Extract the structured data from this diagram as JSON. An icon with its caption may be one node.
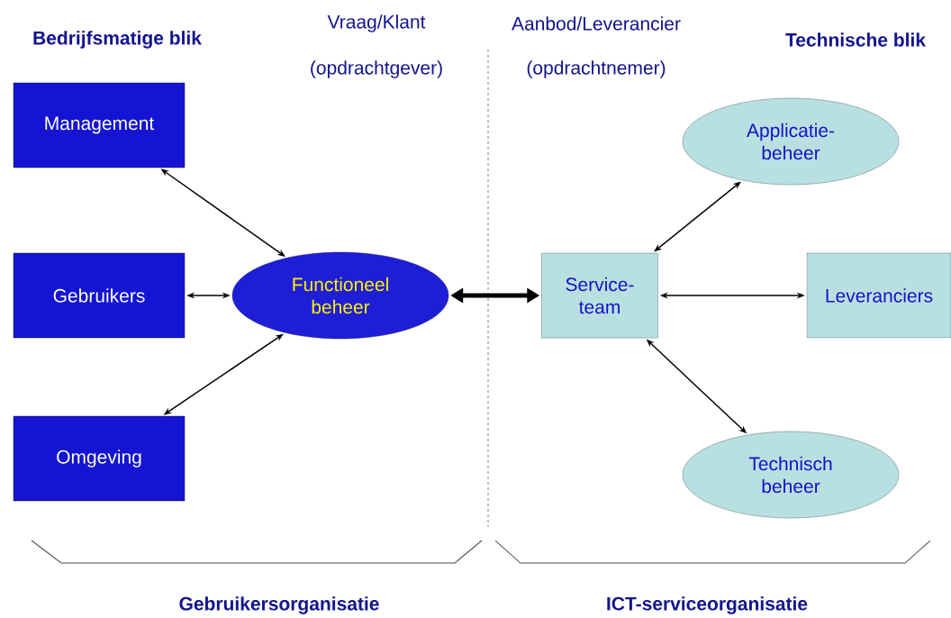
{
  "diagram": {
    "nodes": [
      {
        "text": [
          "Management"
        ]
      },
      {
        "text": [
          "Gebruikers"
        ]
      },
      {
        "text": [
          "Omgeving"
        ]
      },
      {
        "text": [
          "Functioneel beheer"
        ]
      },
      {
        "text": [
          "Service- team"
        ]
      },
      {
        "text": [
          "Applicatie- beheer"
        ]
      },
      {
        "text": [
          "Leveranciers"
        ]
      },
      {
        "text": [
          "Technisch beheer"
        ]
      }
    ],
    "edges": [
      {
        "from": 0,
        "to": 3,
        "arrow": "both"
      },
      {
        "from": 1,
        "to": 3,
        "arrow": "both"
      },
      {
        "from": 2,
        "to": 3,
        "arrow": "both"
      },
      {
        "from": 3,
        "to": 4,
        "arrow": "both",
        "style": "thick"
      },
      {
        "from": 4,
        "to": 5,
        "arrow": "both"
      },
      {
        "from": 4,
        "to": 6,
        "arrow": "both"
      },
      {
        "from": 4,
        "to": 7,
        "arrow": "both"
      }
    ],
    "labels": [
      "Bedrijfsmatige blik",
      "Vraag/Klant",
      "(opdrachtgever)",
      "Aanbod/Leverancier",
      "(opdrachtnemer)",
      "Technische blik",
      "Gebruikersorganisatie",
      "ICT-serviceorganisatie"
    ]
  }
}
